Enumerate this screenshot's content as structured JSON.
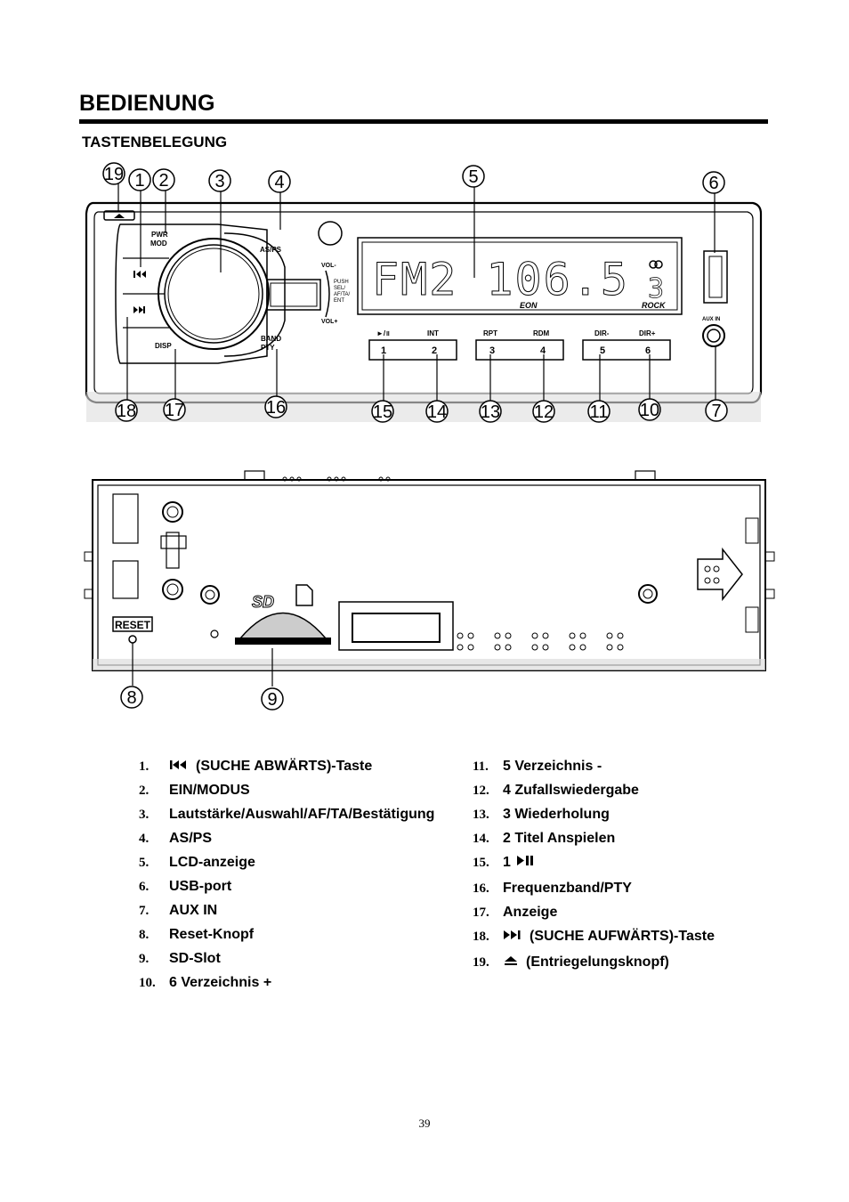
{
  "header": {
    "title": "BEDIENUNG",
    "subtitle": "TASTENBELEGUNG"
  },
  "front_panel": {
    "callouts": [
      "19",
      "1",
      "2",
      "3",
      "4",
      "5",
      "6",
      "18",
      "17",
      "16",
      "15",
      "14",
      "13",
      "12",
      "11",
      "10",
      "7"
    ],
    "labels": {
      "pwr": "PWR",
      "mod": "MOD",
      "asps": "AS/PS",
      "disp": "DISP",
      "band": "BAND",
      "pty": "PTY",
      "vol_minus": "VOL-",
      "vol_plus": "VOL+",
      "push": "PUSH",
      "sel": "SEL/",
      "afta": "AF/TA/",
      "ent": "ENT",
      "aux_in": "AUX IN"
    },
    "display": {
      "text": "FM2 106.5",
      "eon": "EON",
      "rock": "ROCK",
      "digit": "3"
    },
    "preset_labels": [
      "►/॥",
      "INT",
      "RPT",
      "RDM",
      "DIR-",
      "DIR+"
    ],
    "preset_numbers": [
      "1",
      "2",
      "3",
      "4",
      "5",
      "6"
    ]
  },
  "back_panel": {
    "callouts": [
      "8",
      "9"
    ],
    "reset_label": "RESET",
    "sd_label": "SD"
  },
  "legend": {
    "left": [
      {
        "num": "1.",
        "icon": "prev-track-icon",
        "text": "(SUCHE ABWÄRTS)-Taste"
      },
      {
        "num": "2.",
        "text": "EIN/MODUS"
      },
      {
        "num": "3.",
        "text": "Lautstärke/Auswahl/AF/TA/Bestätigung"
      },
      {
        "num": "4.",
        "text": "AS/PS"
      },
      {
        "num": "5.",
        "text": "LCD-anzeige"
      },
      {
        "num": "6.",
        "text": "USB-port"
      },
      {
        "num": "7.",
        "text": "AUX IN"
      },
      {
        "num": "8.",
        "text": "Reset-Knopf"
      },
      {
        "num": "9.",
        "text": "SD-Slot"
      },
      {
        "num": "10.",
        "text": "6 Verzeichnis +"
      }
    ],
    "right": [
      {
        "num": "11.",
        "text": "5 Verzeichnis -"
      },
      {
        "num": "12.",
        "text": "4 Zufallswiedergabe"
      },
      {
        "num": "13.",
        "text": "3 Wiederholung"
      },
      {
        "num": "14.",
        "text": "2 Titel Anspielen"
      },
      {
        "num": "15.",
        "text": "1",
        "icon": "play-pause-icon"
      },
      {
        "num": "16.",
        "text": "Frequenzband/PTY"
      },
      {
        "num": "17.",
        "text": "Anzeige"
      },
      {
        "num": "18.",
        "icon": "next-track-icon",
        "text": "(SUCHE AUFWÄRTS)-Taste"
      },
      {
        "num": "19.",
        "icon": "eject-icon",
        "text": "(Entriegelungsknopf)"
      }
    ]
  },
  "footer": {
    "page_number": "39"
  }
}
